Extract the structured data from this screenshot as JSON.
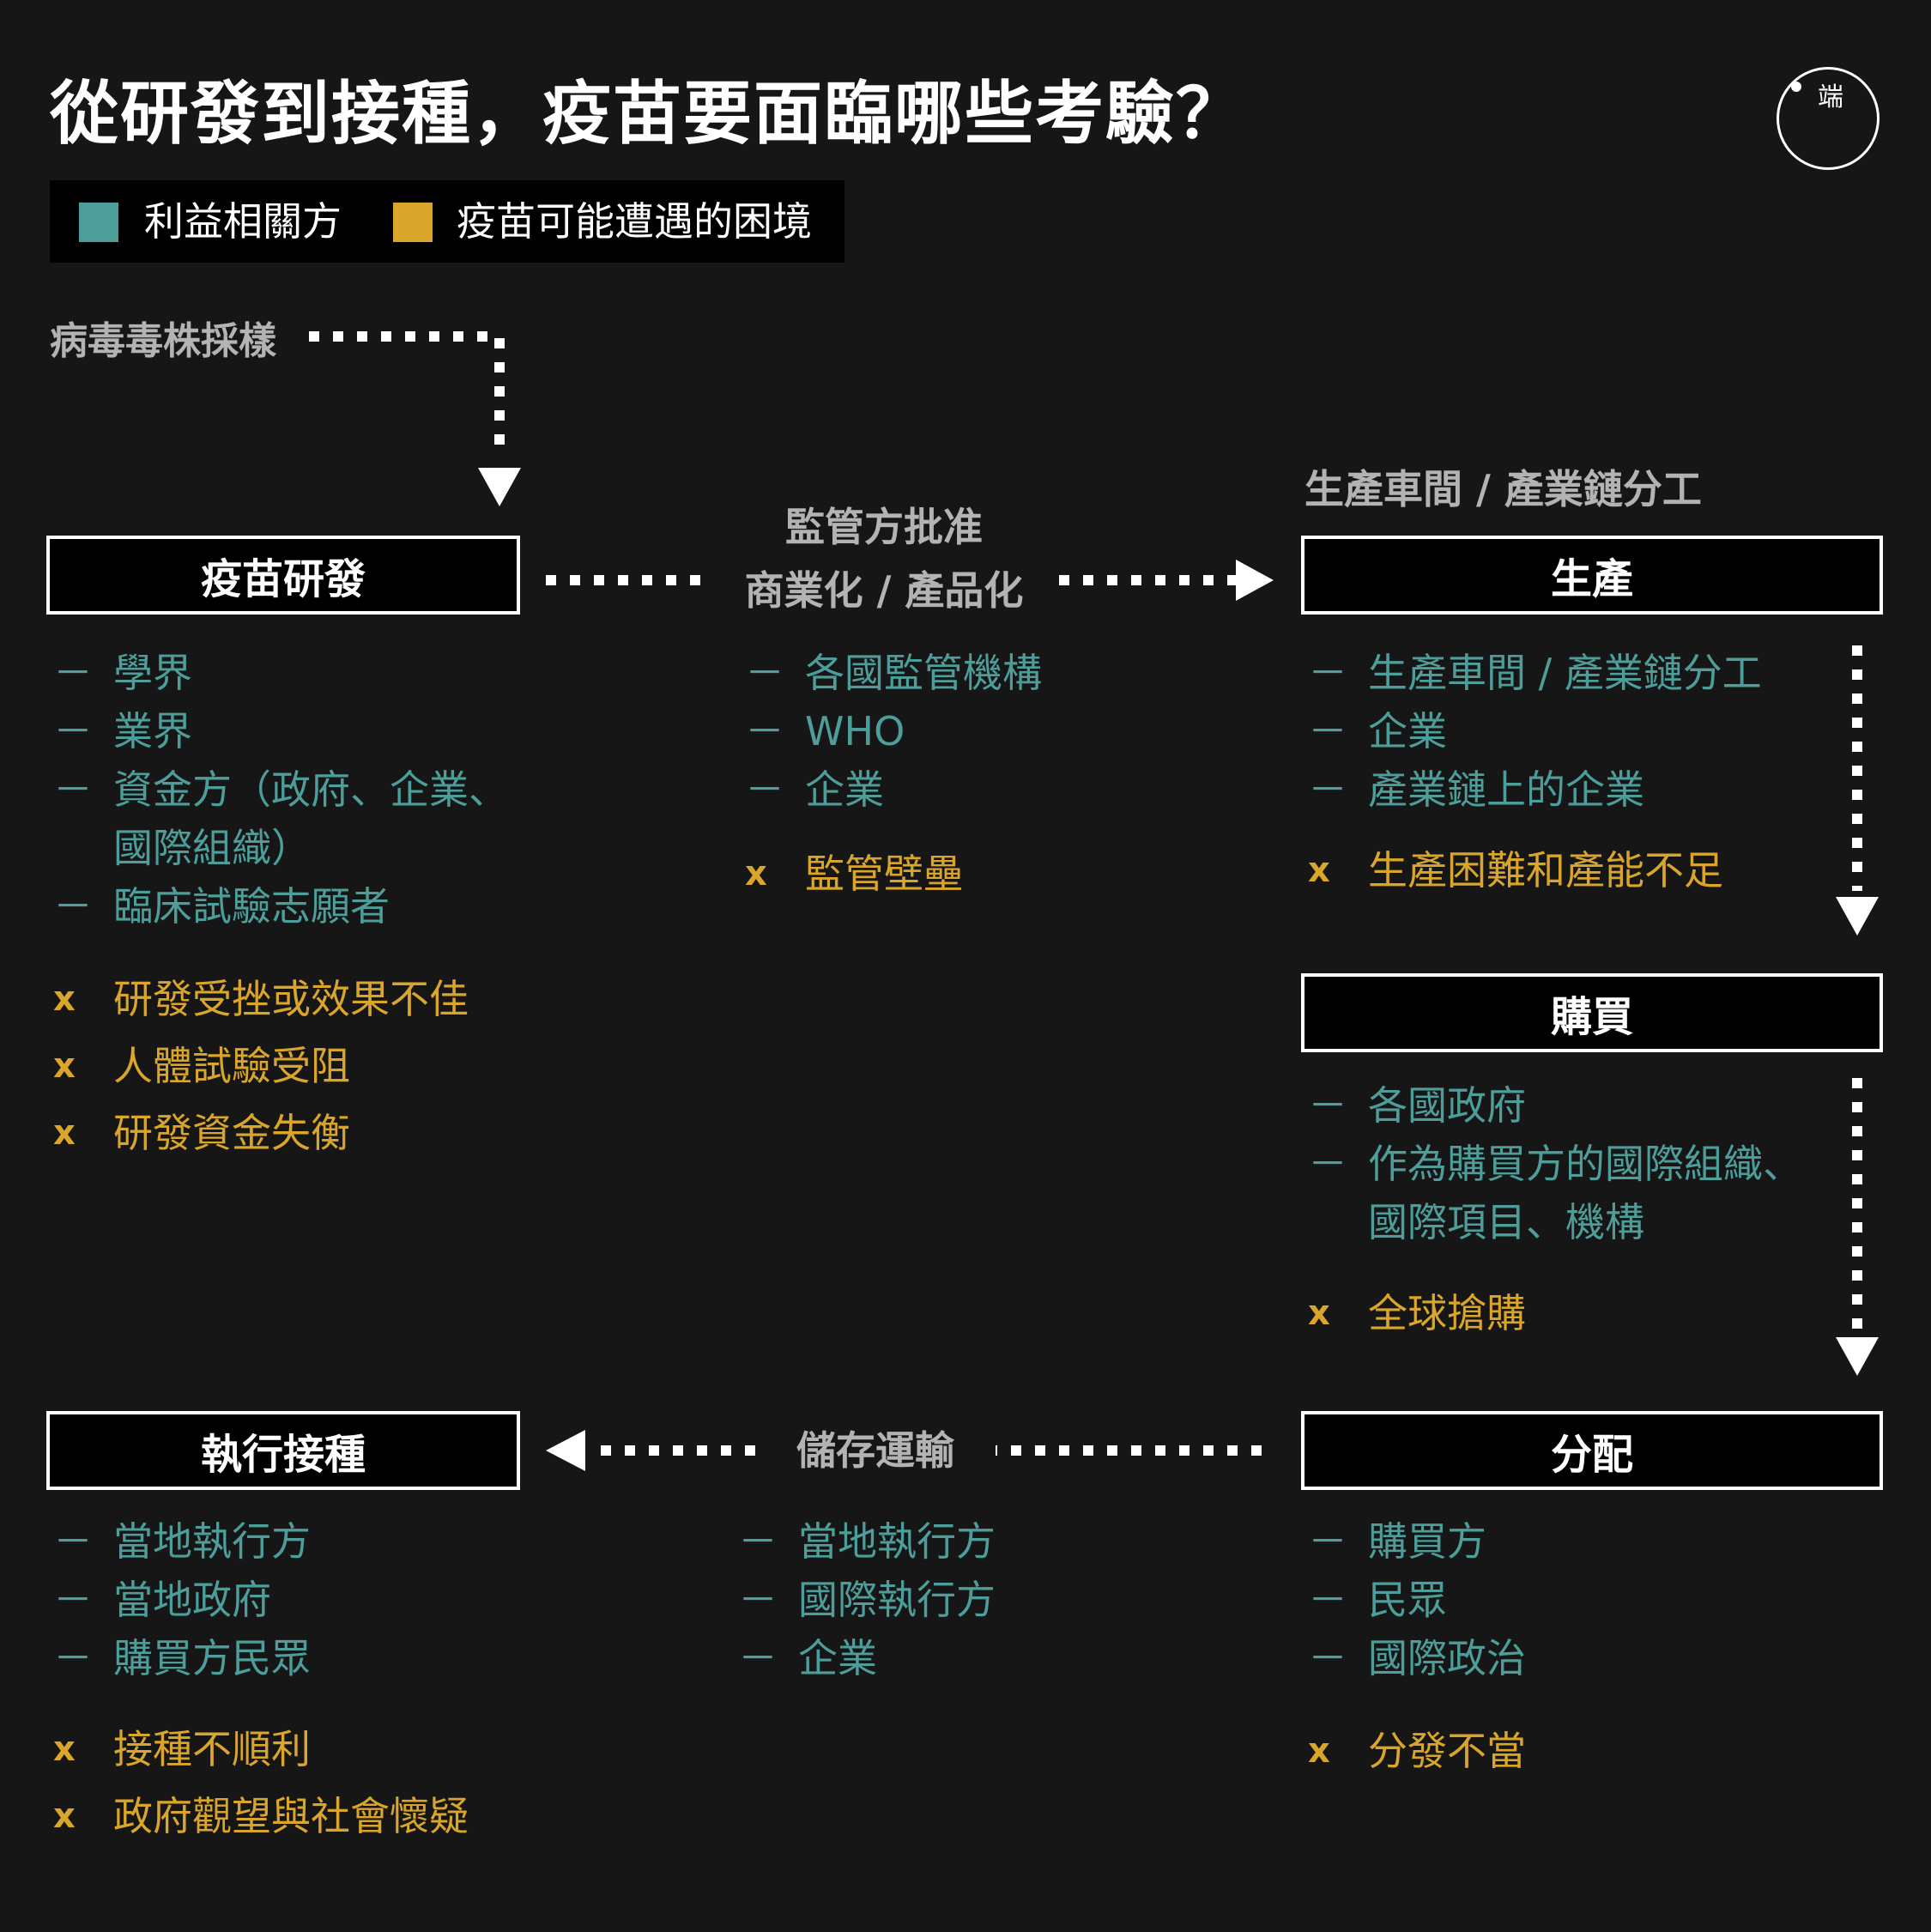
{
  "title": "從研發到接種，疫苗要面臨哪些考驗？",
  "logo": {
    "text": "端"
  },
  "legend": {
    "stakeholder": {
      "label": "利益相關方",
      "color": "#4d9e9a"
    },
    "difficulty": {
      "label": "疫苗可能遭遇的困境",
      "color": "#d9a62b"
    }
  },
  "flow_labels": {
    "sampling": "病毒毒株採樣",
    "approval_line1": "監管方批准",
    "approval_line2": "商業化 / 產品化",
    "production_top": "生產車間 / 產業鏈分工",
    "storage": "儲存運輸"
  },
  "stages": {
    "rd": {
      "title": "疫苗研發",
      "stakeholders": [
        "學界",
        "業界",
        "資金方（政府、企業、",
        "國際組織）",
        "臨床試驗志願者"
      ],
      "difficulties": [
        "研發受挫或效果不佳",
        "人體試驗受阻",
        "研發資金失衡"
      ]
    },
    "approval": {
      "stakeholders": [
        "各國監管機構",
        "WHO",
        "企業"
      ],
      "difficulties": [
        "監管壁壘"
      ]
    },
    "production": {
      "title": "生產",
      "stakeholders": [
        "生產車間 / 產業鏈分工",
        "企業",
        "產業鏈上的企業"
      ],
      "difficulties": [
        "生產困難和產能不足"
      ]
    },
    "purchase": {
      "title": "購買",
      "stakeholders": [
        "各國政府",
        "作為購買方的國際組織、",
        "國際項目、機構"
      ],
      "difficulties": [
        "全球搶購"
      ]
    },
    "distribution": {
      "title": "分配",
      "stakeholders": [
        "購買方",
        "民眾",
        "國際政治"
      ],
      "difficulties": [
        "分發不當"
      ]
    },
    "storage": {
      "stakeholders": [
        "當地執行方",
        "國際執行方",
        "企業"
      ]
    },
    "vaccination": {
      "title": "執行接種",
      "stakeholders": [
        "當地執行方",
        "當地政府",
        "購買方民眾"
      ],
      "difficulties": [
        "接種不順利",
        "政府觀望與社會懷疑"
      ]
    }
  },
  "markers": {
    "dash": "－",
    "cross": "x"
  }
}
